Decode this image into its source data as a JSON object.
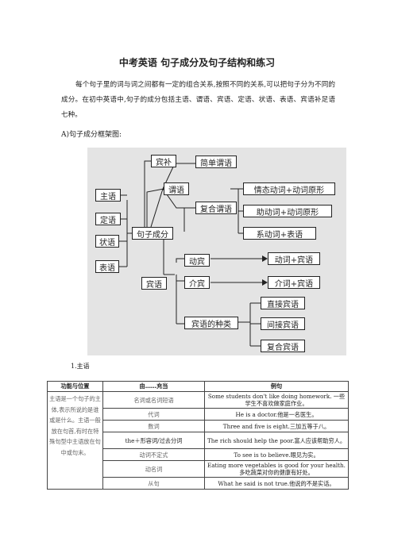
{
  "title": "中考英语 句子成分及句子结构和练习",
  "intro": "每个句子里的词与词之间都有一定的组合关系,按照不同的关系,可以把句子分为不同的成分。在初中英语中,句子的成分包括主语、谓语、宾语、定语、状语、表语、宾语补足语七种。",
  "section_a": "A)句子成分框架图:",
  "diagram": {
    "center": "句子成分",
    "left": [
      "主语",
      "定语",
      "状语",
      "表语"
    ],
    "binbu": "宾补",
    "weiyu": "谓语",
    "simple_predicate": "简单谓语",
    "compound_predicate": "复合谓语",
    "compound_items": [
      "情态动词+动词原形",
      "助动词+动词原形",
      "系动词+表语"
    ],
    "binyu": "宾语",
    "dongbin": "动宾",
    "dongbin_item": "动词+宾语",
    "jiebin": "介宾",
    "jiebin_item": "介词+宾语",
    "kinds": "宾语的种类",
    "kinds_items": [
      "直接宾语",
      "间接宾语",
      "复合宾语"
    ]
  },
  "subhead": "1.主语",
  "table": {
    "headers": [
      "功能与位置",
      "由……充当",
      "例句"
    ],
    "note": "主语是一个句子的主体,表示所说的是谁或是什么。主语一般放在句首,有时在特殊句型中主语放在句中或句末。",
    "rows": [
      {
        "role": "名词或名词短语",
        "example": "Some students don't like doing homework. 一些学生不喜欢做家庭作业。"
      },
      {
        "role": "代词",
        "example": "He is a doctor.他是一名医生。"
      },
      {
        "role": "数词",
        "example": "Three and five is eight.三加五等于八。"
      },
      {
        "role": "the＋形容词/过去分词",
        "example": "The rich should help the poor.富人应该帮助穷人。"
      },
      {
        "role": "动词不定式",
        "example": "To see is to believe.眼见为实。"
      },
      {
        "role": "动名词",
        "example": "Eating more vegetables is good for your health.多吃蔬菜对你的健康有好处。"
      },
      {
        "role": "从句",
        "example": "What he said is not true.他说的不是实话。"
      }
    ]
  }
}
